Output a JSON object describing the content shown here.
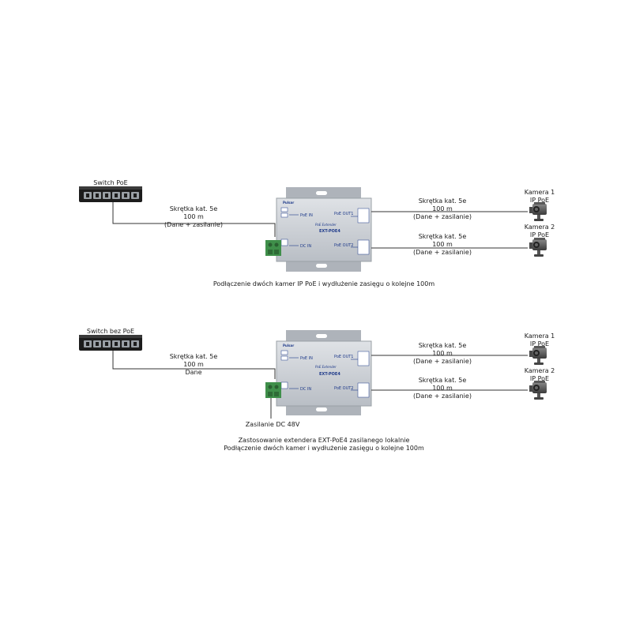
{
  "diagram1": {
    "switch_label": "Switch PoE",
    "cable_in": {
      "line1": "Skrętka kat. 5e",
      "line2": "100 m",
      "line3": "(Dane + zasilanie)"
    },
    "cable_out1": {
      "line1": "Skrętka kat. 5e",
      "line2": "100 m",
      "line3": "(Dane + zasilanie)"
    },
    "cable_out2": {
      "line1": "Skrętka kat. 5e",
      "line2": "100 m",
      "line3": "(Dane + zasilanie)"
    },
    "camera1": {
      "line1": "Kamera 1",
      "line2": "IP PoE"
    },
    "camera2": {
      "line1": "Kamera 2",
      "line2": "IP PoE"
    },
    "caption": "Podłączenie dwóch kamer IP PoE i wydłużenie zasięgu o kolejne 100m"
  },
  "diagram2": {
    "switch_label": "Switch bez PoE",
    "cable_in": {
      "line1": "Skrętka kat. 5e",
      "line2": "100 m",
      "line3": "Dane"
    },
    "cable_out1": {
      "line1": "Skrętka kat. 5e",
      "line2": "100 m",
      "line3": "(Dane + zasilanie)"
    },
    "cable_out2": {
      "line1": "Skrętka kat. 5e",
      "line2": "100 m",
      "line3": "(Dane + zasilanie)"
    },
    "camera1": {
      "line1": "Kamera 1",
      "line2": "IP PoE"
    },
    "camera2": {
      "line1": "Kamera 2",
      "line2": "IP PoE"
    },
    "power_label": "Zasilanie DC 48V",
    "caption_line1": "Zastosowanie extendera EXT-PoE4 zasilanego lokalnie",
    "caption_line2": "Podłączenie dwóch kamer i wydłużenie zasięgu o kolejne 100m"
  },
  "device": {
    "brand": "Pulsar",
    "title": "PoE Extender",
    "model": "EXT-POE4",
    "poe_in": "PoE IN",
    "dc_in": "DC IN",
    "poe_out1": "PoE OUT1",
    "poe_out2": "PoE OUT2"
  },
  "colors": {
    "line": "#333333",
    "device_body": "#c8ccd2",
    "terminal": "#3f8f4a",
    "switch": "#1c1c1c"
  }
}
